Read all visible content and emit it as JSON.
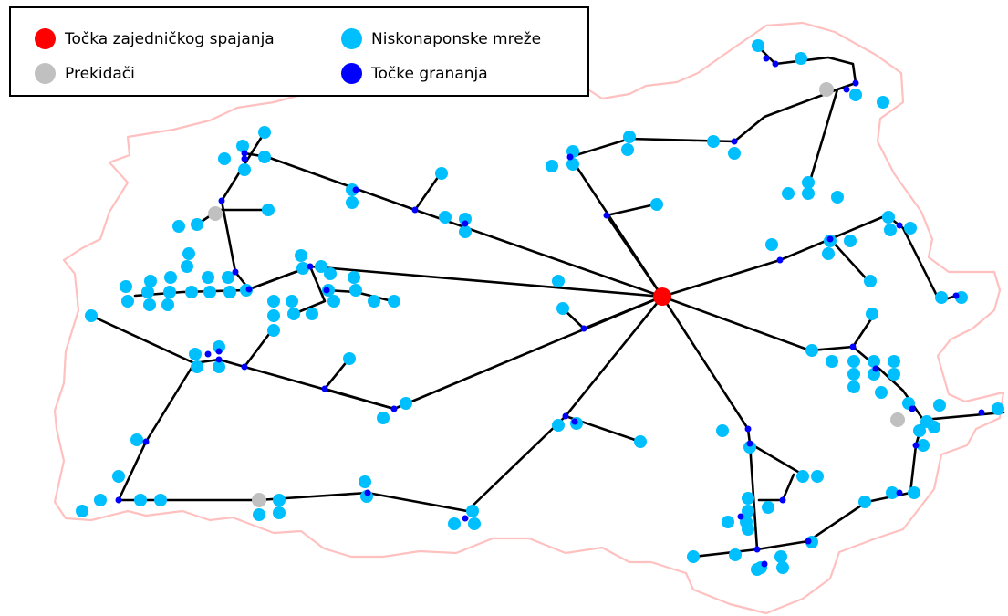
{
  "legend": {
    "items": [
      {
        "label": "Točka zajedničkog spajanja",
        "color": "#ff0000",
        "icon": "red-circle"
      },
      {
        "label": "Niskonaponske mreže",
        "color": "#00bfff",
        "icon": "light-blue-circle"
      },
      {
        "label": "Prekidači",
        "color": "#c0c0c0",
        "icon": "gray-circle"
      },
      {
        "label": "Točke grananja",
        "color": "#0000ff",
        "icon": "blue-circle"
      }
    ]
  },
  "colors": {
    "boundary": "#ffc0c0",
    "line": "#000000",
    "pcc": "#ff0000",
    "lv_network": "#00bfff",
    "switch": "#c0c0c0",
    "branch": "#0000ff"
  }
}
